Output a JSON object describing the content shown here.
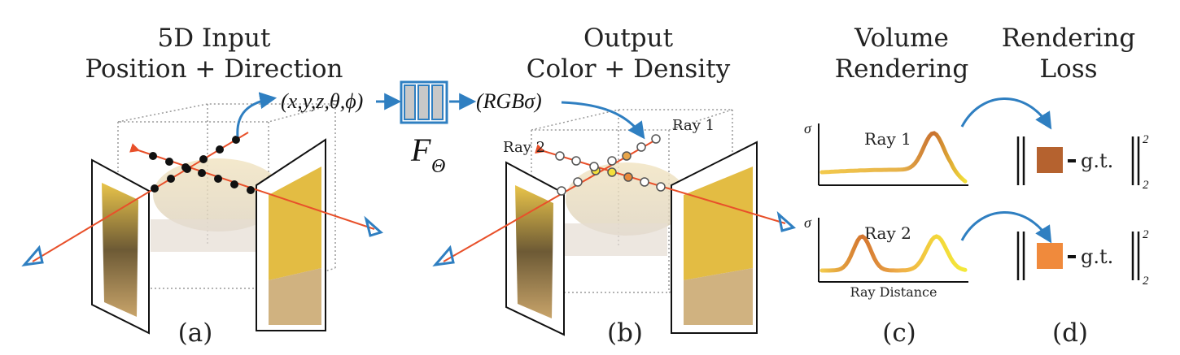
{
  "headings": {
    "a_line1": "5D Input",
    "a_line2": "Position + Direction",
    "b_line1": "Output",
    "b_line2": "Color + Density",
    "c_line1": "Volume",
    "c_line2": "Rendering",
    "d_line1": "Rendering",
    "d_line2": "Loss"
  },
  "network": {
    "input_label": "(x,y,z,θ,ϕ)",
    "output_label": "(RGBσ)",
    "function_name": "F",
    "function_subscript": "Θ"
  },
  "rays": {
    "ray1_label": "Ray 1",
    "ray2_label": "Ray 2"
  },
  "plots": {
    "y_axis_symbol": "σ",
    "x_axis_label": "Ray Distance",
    "top_title": "Ray 1",
    "bottom_title": "Ray 2"
  },
  "loss": {
    "gt_label": "g.t.",
    "exponent": "2",
    "subscript": "2",
    "ray1_color": "#b5622f",
    "ray2_color": "#f08a3c"
  },
  "panel_labels": {
    "a": "(a)",
    "b": "(b)",
    "c": "(c)",
    "d": "(d)"
  },
  "colors": {
    "ray": "#e8502a",
    "arrow": "#2f7fc1",
    "network_box": "#c8c8c8"
  }
}
